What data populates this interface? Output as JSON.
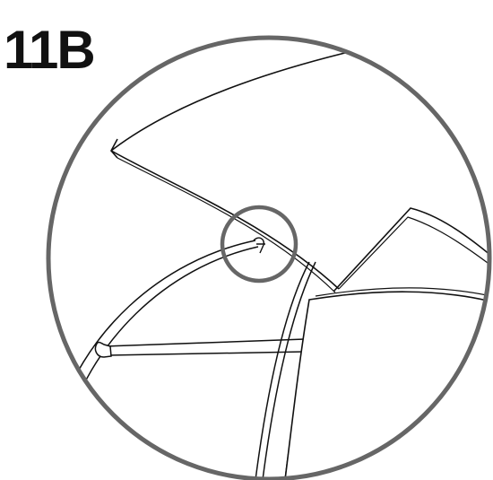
{
  "step": {
    "label": "11B"
  },
  "colors": {
    "ink": "#111111",
    "circle_stroke": "#666666",
    "background": "#ffffff"
  },
  "figure": {
    "subject": "tent-frame-detail",
    "callout": "zoom-on-clip-hook"
  }
}
